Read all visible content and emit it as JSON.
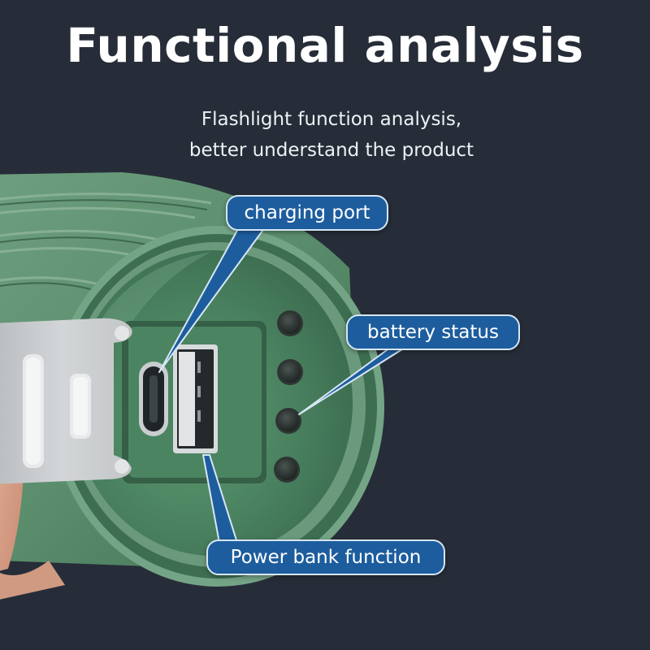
{
  "header": {
    "title": "Functional analysis",
    "subtitle_line1": "Flashlight function analysis,",
    "subtitle_line2": "better understand the product"
  },
  "callouts": {
    "charging_port": "charging port",
    "battery_status": "battery status",
    "power_bank": "Power bank function"
  },
  "colors": {
    "background": "#262d38",
    "callout_fill": "#1d5d9e",
    "callout_border": "#d7e6f5",
    "body_green": "#4f8a63",
    "silicone_cap": "#c9ccce"
  },
  "icons": [
    "usb-c-port-icon",
    "usb-a-port-icon",
    "battery-indicator-led-icon"
  ]
}
